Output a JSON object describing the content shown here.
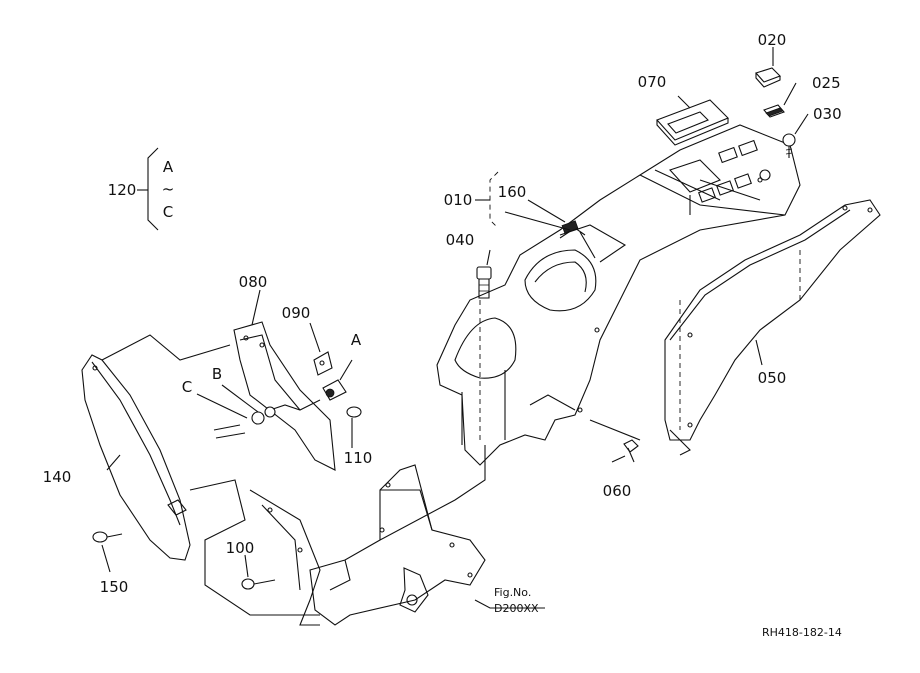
{
  "labels": {
    "p010": "010",
    "p020": "020",
    "p025": "025",
    "p030": "030",
    "p040": "040",
    "p050": "050",
    "p060": "060",
    "p070": "070",
    "p080": "080",
    "p090": "090",
    "p100": "100",
    "p110": "110",
    "p120": "120",
    "p140": "140",
    "p150": "150",
    "p160": "160",
    "range_a": "A",
    "range_tilde": "~",
    "range_c": "C",
    "callout_a": "A",
    "callout_b": "B",
    "callout_c": "C"
  },
  "fig_ref": {
    "title": "Fig.No.",
    "number": "D200XX"
  },
  "drawing_code": "RH418-182-14"
}
